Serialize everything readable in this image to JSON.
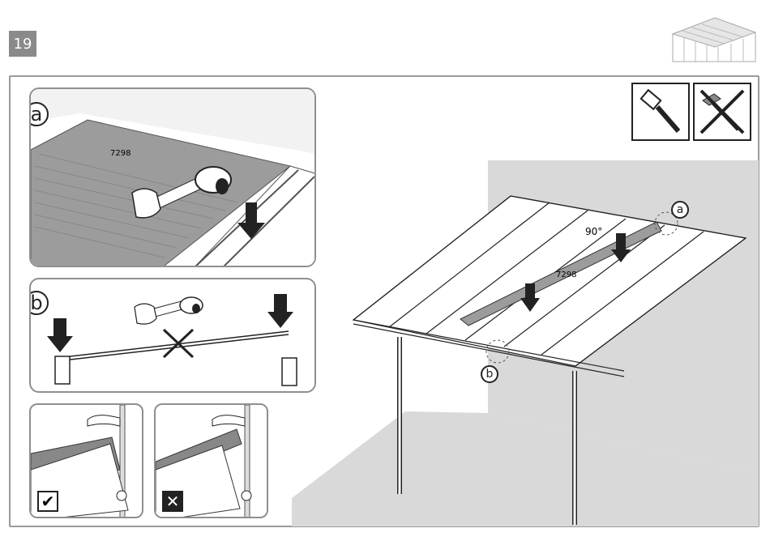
{
  "step": {
    "number": "19"
  },
  "detail_a": {
    "label": "a",
    "panel_code": "7298"
  },
  "detail_b": {
    "label": "b"
  },
  "main": {
    "angle_label": "90°",
    "panel_code": "7298",
    "callout_a": "a",
    "callout_b": "b"
  },
  "tools": [
    "rubber-mallet-icon",
    "no-hammer-icon"
  ],
  "checks": {
    "correct": "✔",
    "wrong": "✕"
  },
  "colors": {
    "panel_gray": "#9c9c9c",
    "frame_gray": "#9a9a9a",
    "wall_gray": "#d9d9d9"
  }
}
